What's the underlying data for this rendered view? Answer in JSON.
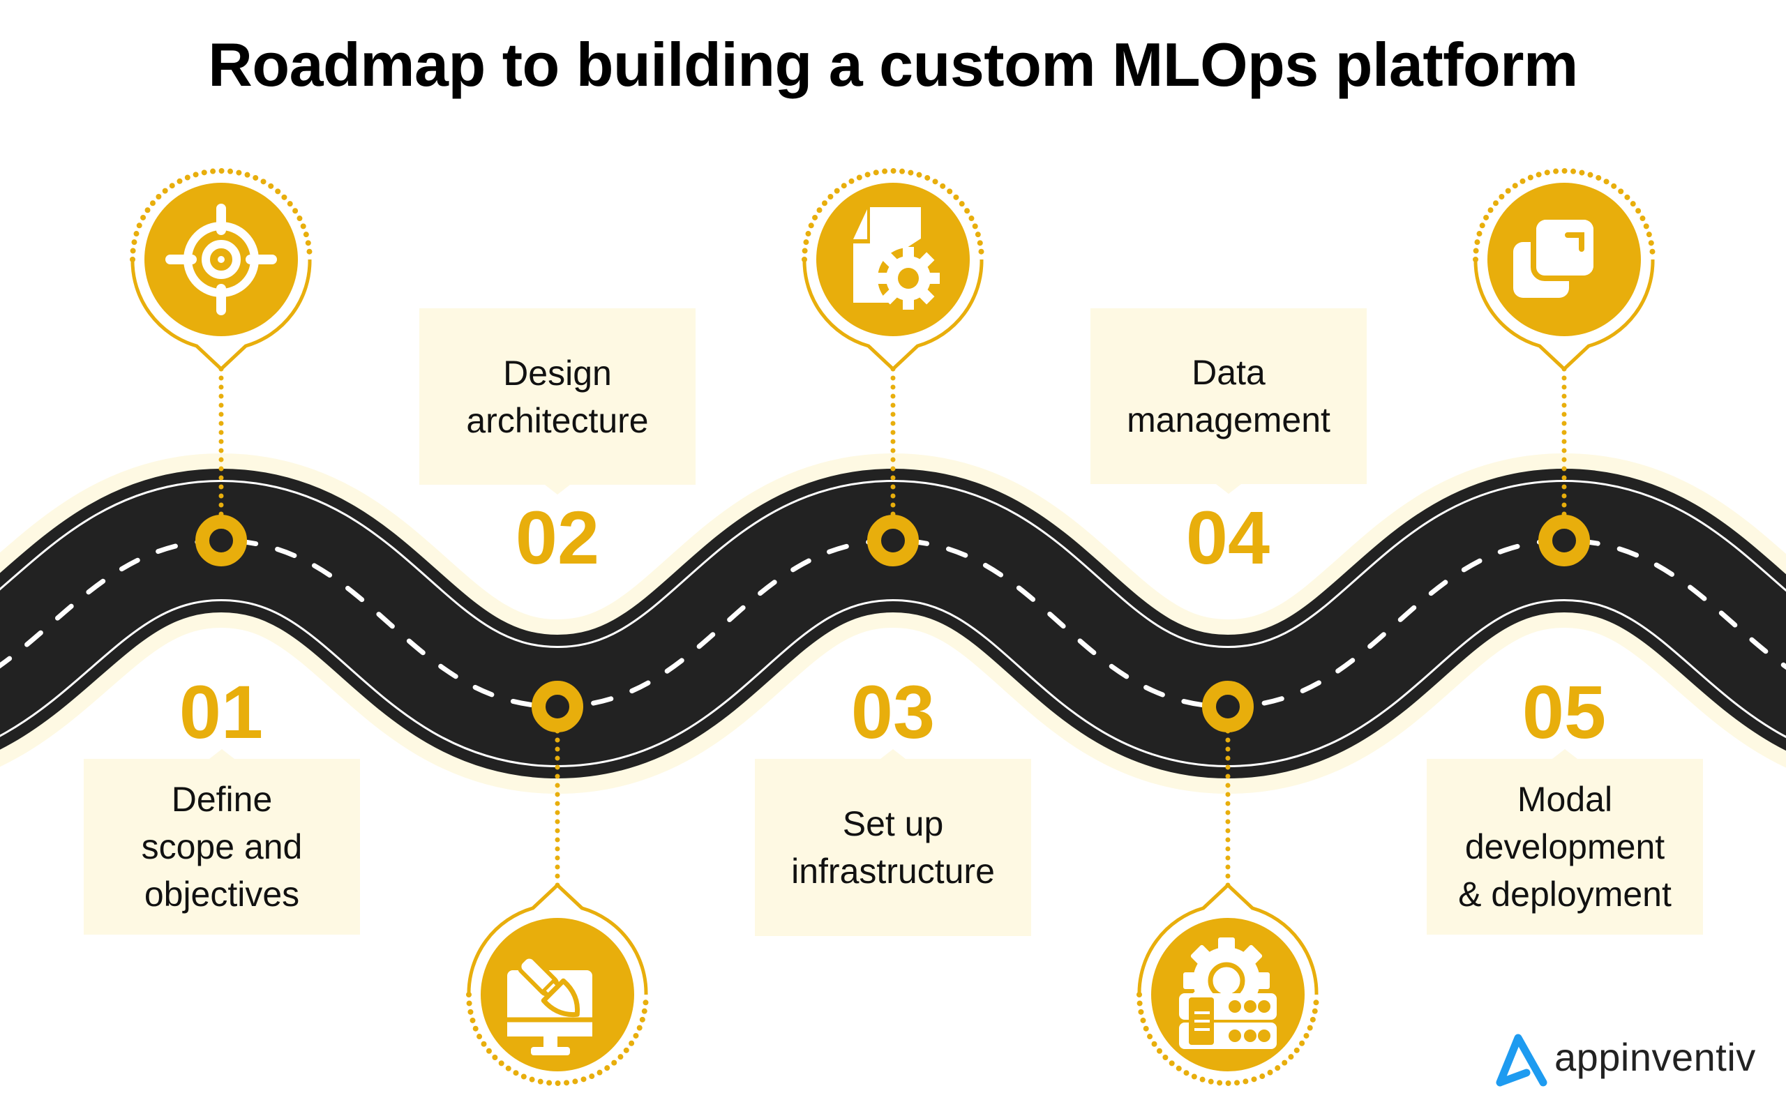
{
  "title": "Roadmap to building a custom MLOps platform",
  "colors": {
    "accent": "#E8AE0C",
    "road": "#222222",
    "cream": "#FEF9E3",
    "lane_marking": "#FFFFFF",
    "logo_blue": "#1E9BF0"
  },
  "steps": [
    {
      "number": "01",
      "label": "Define\nscope and\nobjectives",
      "icon": "target-icon"
    },
    {
      "number": "02",
      "label": "Design\narchitecture",
      "icon": "monitor-paintbrush-icon"
    },
    {
      "number": "03",
      "label": "Set up\ninfrastructure",
      "icon": "document-gear-icon"
    },
    {
      "number": "04",
      "label": "Data\nmanagement",
      "icon": "server-gear-icon"
    },
    {
      "number": "05",
      "label": "Modal\ndevelopment\n& deployment",
      "icon": "copy-icon"
    }
  ],
  "brand": {
    "name": "appinventiv",
    "icon": "appinventiv-logo-icon"
  }
}
